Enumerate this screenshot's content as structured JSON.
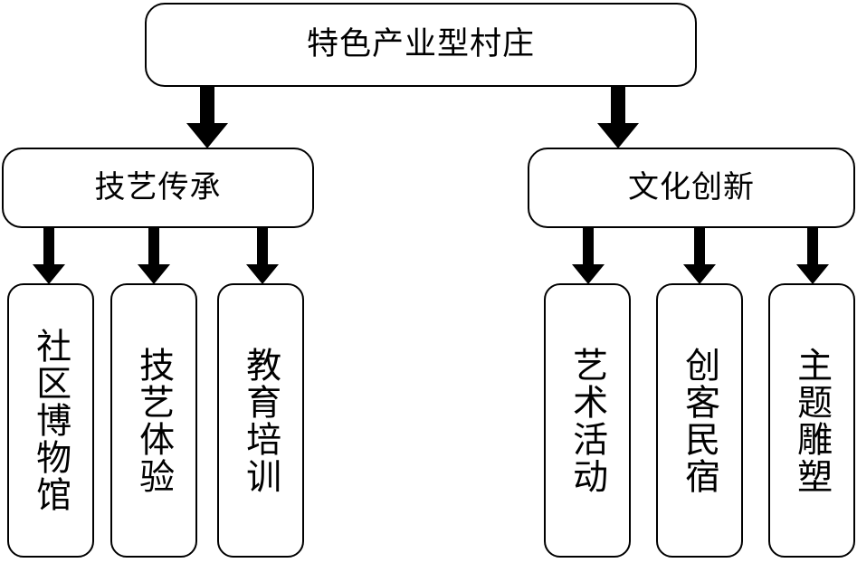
{
  "diagram": {
    "type": "hierarchy-tree",
    "orientation": "top-down",
    "title": "特色产业型村庄",
    "root": {
      "id": "root",
      "label": "特色产业型村庄",
      "text_direction": "horizontal"
    },
    "branches": [
      {
        "id": "branch-skill-heritage",
        "label": "技艺传承",
        "text_direction": "horizontal",
        "children": [
          {
            "id": "leaf-community-museum",
            "label": "社区博物馆",
            "text_direction": "vertical"
          },
          {
            "id": "leaf-craft-experience",
            "label": "技艺体验",
            "text_direction": "vertical"
          },
          {
            "id": "leaf-education-training",
            "label": "教育培训",
            "text_direction": "vertical"
          }
        ]
      },
      {
        "id": "branch-cultural-innovation",
        "label": "文化创新",
        "text_direction": "horizontal",
        "children": [
          {
            "id": "leaf-art-activities",
            "label": "艺术活动",
            "text_direction": "vertical"
          },
          {
            "id": "leaf-maker-homestay",
            "label": "创客民宿",
            "text_direction": "vertical"
          },
          {
            "id": "leaf-theme-sculpture",
            "label": "主题雕塑",
            "text_direction": "vertical"
          }
        ]
      }
    ],
    "colors": {
      "background": "#ffffff",
      "node_fill": "#ffffff",
      "stroke": "#000000",
      "arrow": "#000000",
      "text": "#000000"
    },
    "connectors": {
      "style": "block-arrow",
      "count": 8,
      "direction": "downward"
    }
  }
}
